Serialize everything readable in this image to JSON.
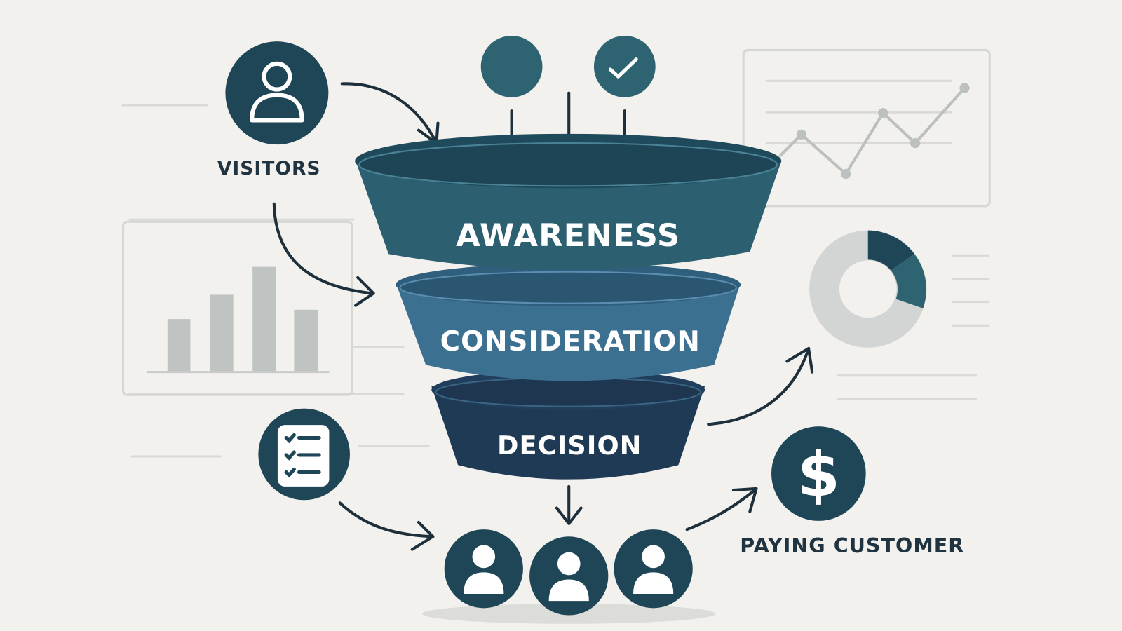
{
  "labels": {
    "visitors": "VISITORS",
    "paying_customer": "PAYING CUSTOMER"
  },
  "funnel": {
    "stages": [
      {
        "label": "AWARENESS",
        "color": "#2c6070"
      },
      {
        "label": "CONSIDERATION",
        "color": "#3b7090"
      },
      {
        "label": "DECISION",
        "color": "#1f3a55"
      }
    ]
  },
  "icons": {
    "currency": "$"
  },
  "colors": {
    "background": "#f2f1ee",
    "dark": "#1f4656",
    "medium": "#2e6472",
    "gray": "#c4c7c6"
  }
}
